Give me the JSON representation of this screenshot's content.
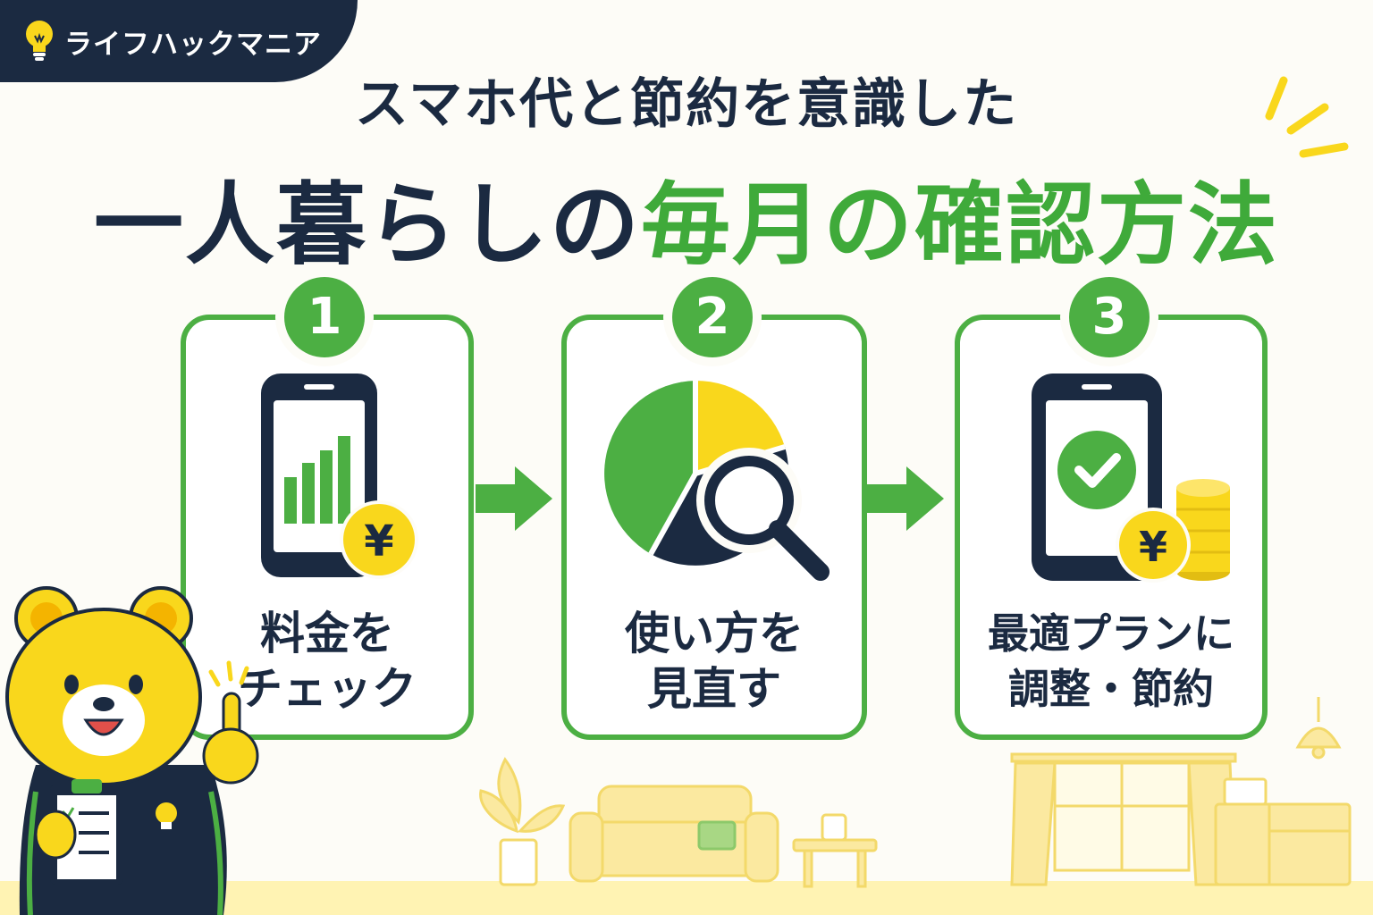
{
  "brand": {
    "name": "ライフハックマニア",
    "icon": "lightbulb-icon"
  },
  "headline": {
    "line1": "スマホ代と節約を意識した",
    "line2_dark": "一人暮らしの",
    "line2_green": "毎月の確認方法"
  },
  "steps": [
    {
      "number": "1",
      "label_line1": "料金を",
      "label_line2": "チェック",
      "icon": "phone-chart-yen-icon"
    },
    {
      "number": "2",
      "label_line1": "使い方を",
      "label_line2": "見直す",
      "icon": "pie-chart-magnifier-icon"
    },
    {
      "number": "3",
      "label_line1": "最適プランに",
      "label_line2": "調整・節約",
      "icon": "phone-check-coins-icon"
    }
  ],
  "yen_symbol": "¥",
  "colors": {
    "navy": "#1b2a41",
    "green": "#4caf43",
    "green_text": "#3faa3a",
    "yellow": "#f9d71c",
    "background": "#fdfcf7"
  }
}
